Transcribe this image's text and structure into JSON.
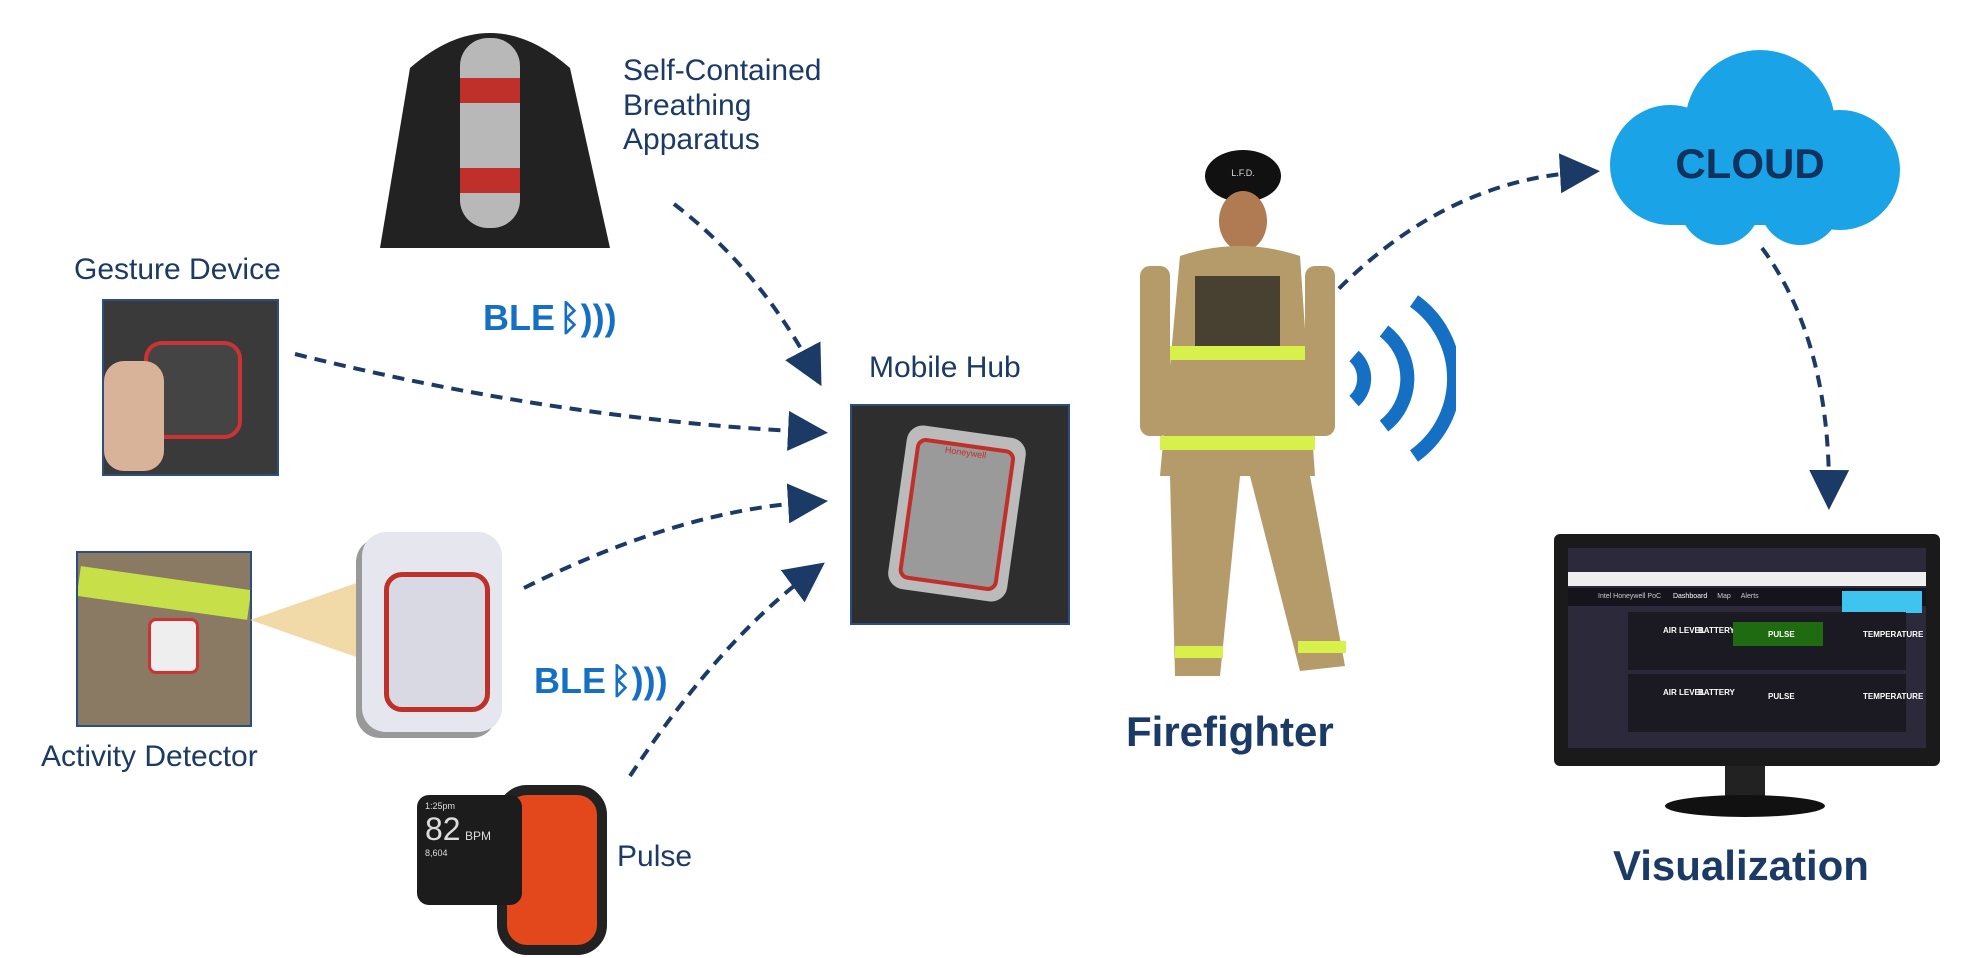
{
  "labels": {
    "scba": [
      "Self-Contained",
      "Breathing",
      "Apparatus"
    ],
    "gesture": "Gesture Device",
    "activity": "Activity Detector",
    "pulse": "Pulse",
    "hub": "Mobile Hub",
    "firefighter": "Firefighter",
    "cloud": "CLOUD",
    "visualization": "Visualization",
    "ble": "BLE"
  },
  "watch": {
    "time": "1:25pm",
    "bpm": "82",
    "unit": "BPM",
    "steps": "8,604"
  },
  "hub_brand": "Honeywell",
  "helmet_text": "L.F.D.",
  "monitor": {
    "app_title": "Intel Honeywell PoC",
    "tabs": [
      "Dashboard",
      "Map",
      "Alerts"
    ],
    "rows": [
      {
        "air": "AIR LEVEL",
        "battery": "BATTERY",
        "pulse": "PULSE",
        "temperature": "TEMPERATURE",
        "pulse_active": true
      },
      {
        "air": "AIR LEVEL",
        "battery": "BATTERY",
        "pulse": "PULSE",
        "temperature": "TEMPERATURE",
        "pulse_active": false
      }
    ]
  },
  "colors": {
    "text": "#1b3a66",
    "ble": "#1570c4",
    "cloud": "#1aa3e6",
    "arrow": "#1b3a66",
    "pulse": "#1e6b12"
  }
}
